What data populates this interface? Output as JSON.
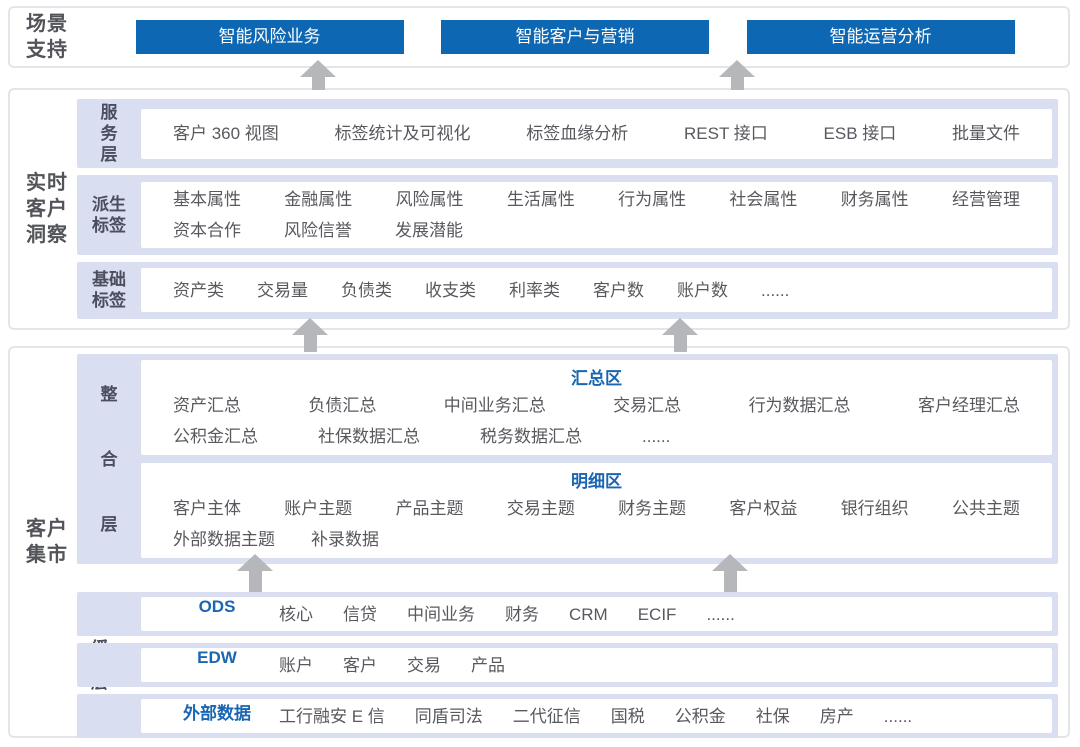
{
  "colors": {
    "button_blue": "#0d67b2",
    "accent_blue": "#1b66b2",
    "band_lavender": "#d9def1",
    "arrow_gray": "#b5b7ba",
    "item_text": "#58595e"
  },
  "scenario": {
    "label": "场景支持",
    "buttons": [
      "智能风险业务",
      "智能客户与营销",
      "智能运营分析"
    ]
  },
  "insight": {
    "label": "实时客户洞察",
    "rows": [
      {
        "label": "服务层",
        "lines": [
          [
            "客户 360 视图",
            "标签统计及可视化",
            "标签血缘分析",
            "REST 接口",
            "ESB 接口",
            "批量文件"
          ]
        ]
      },
      {
        "label": "派生标签",
        "lines": [
          [
            "基本属性",
            "金融属性",
            "风险属性",
            "生活属性",
            "行为属性",
            "社会属性",
            "财务属性",
            "经营管理"
          ],
          [
            "资本合作",
            "风险信誉",
            "发展潜能"
          ]
        ]
      },
      {
        "label": "基础标签",
        "lines": [
          [
            "资产类",
            "交易量",
            "负债类",
            "收支类",
            "利率类",
            "客户数",
            "账户数",
            "......"
          ]
        ]
      }
    ]
  },
  "mart": {
    "label": "客户集市",
    "integration": {
      "label": "整合层",
      "zones": [
        {
          "title": "汇总区",
          "lines": [
            [
              "资产汇总",
              "负债汇总",
              "中间业务汇总",
              "交易汇总",
              "行为数据汇总",
              "客户经理汇总"
            ],
            [
              "公积金汇总",
              "社保数据汇总",
              "税务数据汇总",
              "......"
            ]
          ]
        },
        {
          "title": "明细区",
          "lines": [
            [
              "客户主体",
              "账户主题",
              "产品主题",
              "交易主题",
              "财务主题",
              "客户权益",
              "银行组织",
              "公共主题"
            ],
            [
              "外部数据主题",
              "补录数据"
            ]
          ]
        }
      ]
    },
    "buffer": {
      "label": "缓冲层",
      "rows": [
        {
          "key": "ODS",
          "items": [
            "核心",
            "信贷",
            "中间业务",
            "财务",
            "CRM",
            "ECIF",
            "......"
          ]
        },
        {
          "key": "EDW",
          "items": [
            "账户",
            "客户",
            "交易",
            "产品"
          ]
        },
        {
          "key": "外部数据",
          "items": [
            "工行融安 E 信",
            "同盾司法",
            "二代征信",
            "国税",
            "公积金",
            "社保",
            "房产",
            "......"
          ]
        }
      ]
    }
  }
}
